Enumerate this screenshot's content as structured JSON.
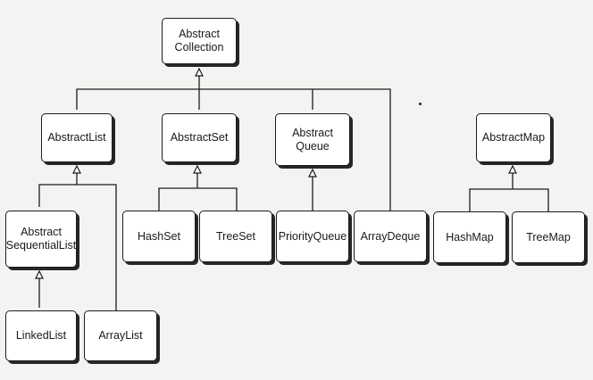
{
  "nodes": {
    "abstract_collection": "Abstract\nCollection",
    "abstract_list": "AbstractList",
    "abstract_set": "AbstractSet",
    "abstract_queue": "Abstract\nQueue",
    "abstract_map": "AbstractMap",
    "abstract_sequential_list": "Abstract\nSequentialList",
    "hash_set": "HashSet",
    "tree_set": "TreeSet",
    "priority_queue": "PriorityQueue",
    "array_deque": "ArrayDeque",
    "hash_map": "HashMap",
    "tree_map": "TreeMap",
    "linked_list": "LinkedList",
    "array_list": "ArrayList"
  }
}
